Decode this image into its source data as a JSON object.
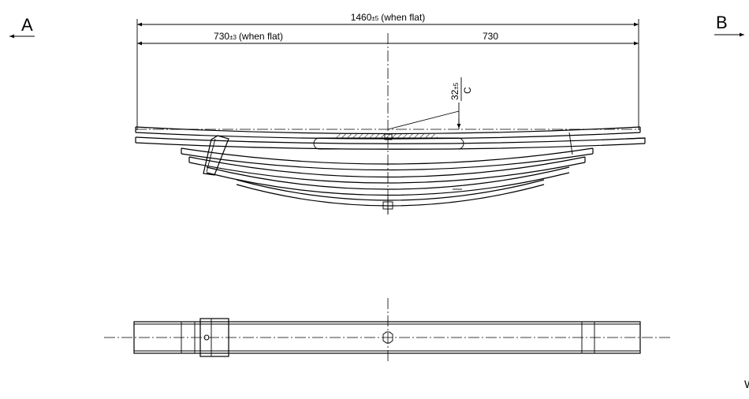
{
  "view_labels": {
    "left": "A",
    "right": "B",
    "corner_mark": "W"
  },
  "dimensions": {
    "overall": {
      "value": "1460",
      "tolerance": "±5",
      "note": "(when flat)"
    },
    "left_half": {
      "value": "730",
      "tolerance": "±3",
      "note": "(when flat)"
    },
    "right_half": {
      "value": "730"
    },
    "camber": {
      "value": "32",
      "tolerance": "±5",
      "reference": "C"
    }
  }
}
